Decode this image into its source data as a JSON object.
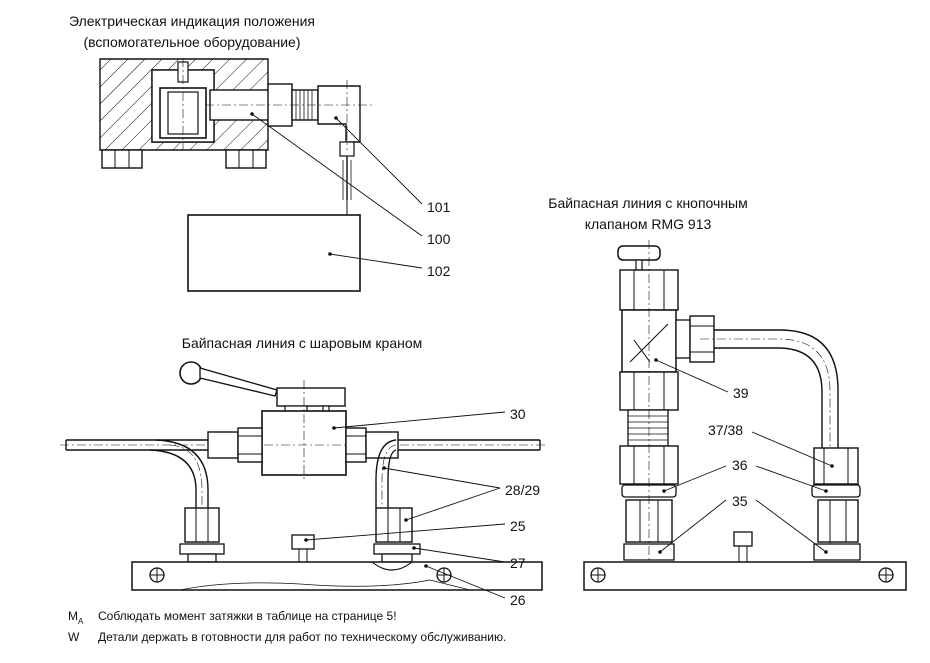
{
  "titles": {
    "electric": [
      "Электрическая индикация положения",
      "(вспомогательное оборудование)"
    ],
    "ball_valve": "Байпасная линия с шаровым краном",
    "push_valve": [
      "Байпасная линия с кнопочным",
      "клапаном RMG 913"
    ]
  },
  "labels": {
    "l101": "101",
    "l100": "100",
    "l102": "102",
    "l30": "30",
    "l28_29": "28/29",
    "l25": "25",
    "l27": "27",
    "l26": "26",
    "l39": "39",
    "l37_38": "37/38",
    "l36": "36",
    "l35": "35"
  },
  "notes": [
    {
      "symbol": "M",
      "subscript": "A",
      "text": "Соблюдать момент затяжки в таблице на странице 5!"
    },
    {
      "symbol": "W",
      "subscript": "",
      "text": "Детали держать в готовности для работ по техническому обслуживанию."
    }
  ]
}
